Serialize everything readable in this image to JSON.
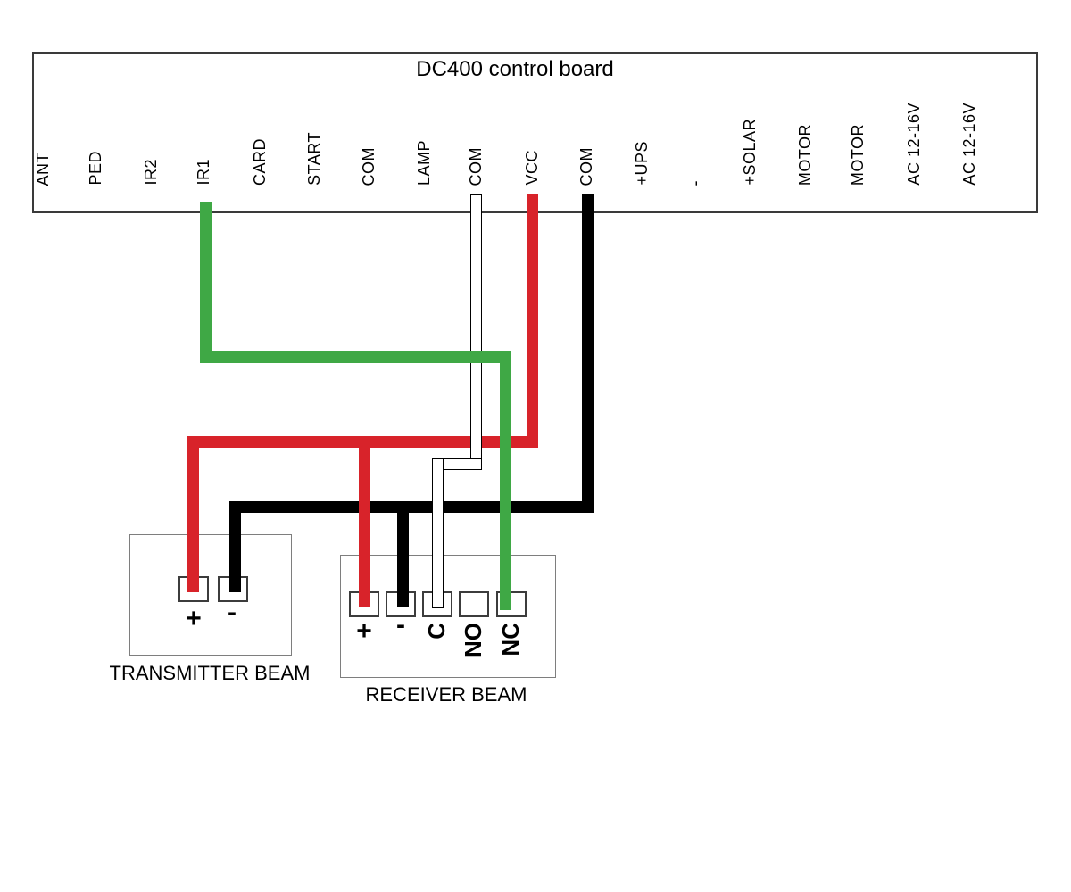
{
  "board": {
    "title": "DC400 control board",
    "terminal_labels": [
      "ANT",
      "PED",
      "IR2",
      "IR1",
      "CARD",
      "START",
      "COM",
      "LAMP",
      "COM",
      "VCC",
      "COM",
      "+UPS",
      "-",
      "+SOLAR",
      "MOTOR",
      "MOTOR",
      "AC 12-16V",
      "AC 12-16V"
    ]
  },
  "transmitter": {
    "label": "TRANSMITTER BEAM",
    "terminal_labels": [
      "+",
      "-"
    ]
  },
  "receiver": {
    "label": "RECEIVER BEAM",
    "terminal_labels": [
      "+",
      "-",
      "C",
      "NO",
      "NC"
    ]
  },
  "wires": [
    {
      "name": "black-wire",
      "color": "#000000",
      "from": "COM",
      "to": "TRANSMITTER BEAM - , RECEIVER BEAM -"
    },
    {
      "name": "red-wire",
      "color": "#d8232a",
      "from": "VCC",
      "to": "TRANSMITTER BEAM + , RECEIVER BEAM +"
    },
    {
      "name": "white-wire",
      "color": "#ffffff",
      "from": "COM",
      "to": "RECEIVER BEAM C"
    },
    {
      "name": "green-wire",
      "color": "#3fa845",
      "from": "IR1",
      "to": "RECEIVER BEAM NC"
    }
  ]
}
